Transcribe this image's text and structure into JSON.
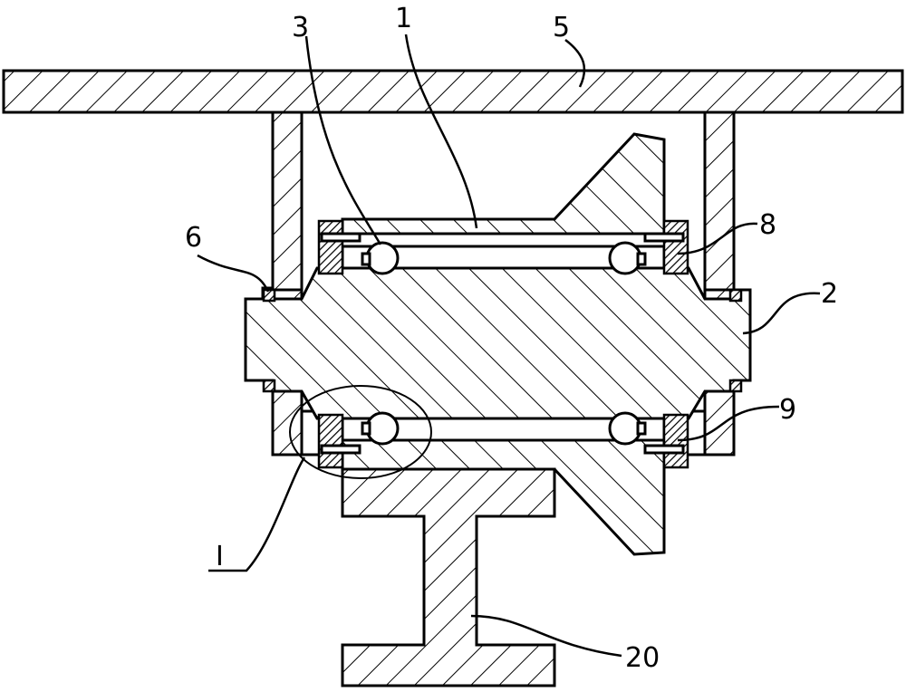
{
  "labels": {
    "part_1": "1",
    "part_2": "2",
    "part_3": "3",
    "part_5": "5",
    "part_6": "6",
    "part_8": "8",
    "part_9": "9",
    "part_20": "20",
    "detail_I": "I"
  },
  "colors": {
    "line": "#000000",
    "background": "#ffffff"
  }
}
